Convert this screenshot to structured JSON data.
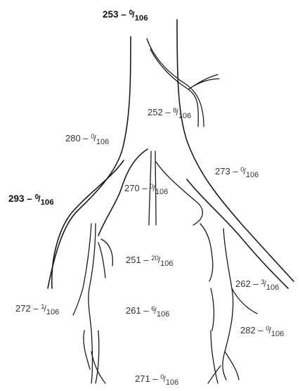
{
  "labels": [
    {
      "id": "top",
      "site": "253",
      "num": "0",
      "den": "106",
      "bold": true
    },
    {
      "id": "upper-right",
      "site": "252",
      "num": "8",
      "den": "106",
      "bold": false
    },
    {
      "id": "upper-left",
      "site": "280",
      "num": "0",
      "den": "106",
      "bold": false
    },
    {
      "id": "mid-right",
      "site": "273",
      "num": "0",
      "den": "106",
      "bold": false
    },
    {
      "id": "far-left",
      "site": "293",
      "num": "0",
      "den": "106",
      "bold": true
    },
    {
      "id": "center",
      "site": "270",
      "num": "0",
      "den": "106",
      "bold": false
    },
    {
      "id": "lower-center",
      "site": "251",
      "num": "20",
      "den": "106",
      "bold": false
    },
    {
      "id": "lower-right",
      "site": "262",
      "num": "3",
      "den": "106",
      "bold": false
    },
    {
      "id": "lower-left",
      "site": "272",
      "num": "1",
      "den": "106",
      "bold": false
    },
    {
      "id": "bottom-center",
      "site": "261",
      "num": "6",
      "den": "106",
      "bold": false
    },
    {
      "id": "bottom-right",
      "site": "282",
      "num": "0",
      "den": "106",
      "bold": false
    },
    {
      "id": "bottom",
      "site": "271",
      "num": "0",
      "den": "106",
      "bold": false
    }
  ],
  "separator": "–"
}
